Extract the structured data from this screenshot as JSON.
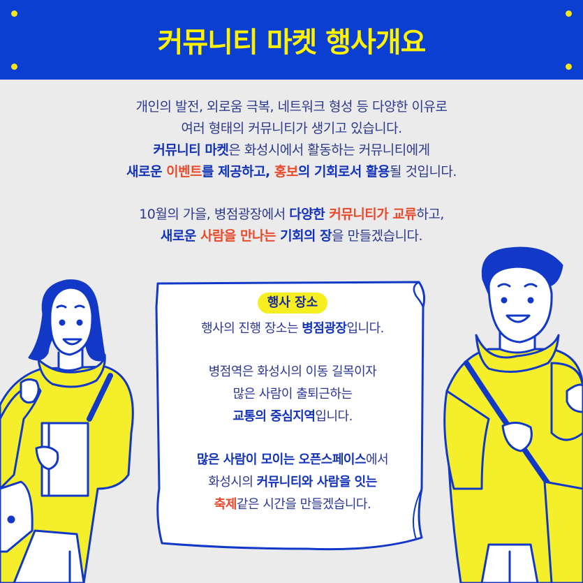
{
  "header": {
    "title": "커뮤니티 마켓 행사개요"
  },
  "intro": {
    "lines": [
      [
        {
          "t": "개인의 발전, 외로움 극복, 네트워크 형성 등 다양한 이유로",
          "s": "n"
        }
      ],
      [
        {
          "t": "여러 형태의 커뮤니티가 생기고 있습니다.",
          "s": "n"
        }
      ],
      [
        {
          "t": "커뮤니티 마켓",
          "s": "b"
        },
        {
          "t": "은 화성시에서 활동하는 커뮤니티에게",
          "s": "n"
        }
      ],
      [
        {
          "t": "새로운 ",
          "s": "b"
        },
        {
          "t": "이벤트",
          "s": "r"
        },
        {
          "t": "를 제공하고, ",
          "s": "b"
        },
        {
          "t": "홍보",
          "s": "r"
        },
        {
          "t": "의 기회로서 활용",
          "s": "b"
        },
        {
          "t": "될 것입니다.",
          "s": "n"
        }
      ],
      [],
      [
        {
          "t": "10월의 가을, 병점광장에서 ",
          "s": "n"
        },
        {
          "t": "다양한 ",
          "s": "b"
        },
        {
          "t": "커뮤니티가 교류",
          "s": "r"
        },
        {
          "t": "하고,",
          "s": "n"
        }
      ],
      [
        {
          "t": "새로운 ",
          "s": "b"
        },
        {
          "t": "사람을 만나는",
          "s": "r"
        },
        {
          "t": " 기회의 장",
          "s": "b"
        },
        {
          "t": "을 만들겠습니다.",
          "s": "n"
        }
      ]
    ]
  },
  "venue": {
    "badge": "행사 장소",
    "lines": [
      [
        {
          "t": "행사의 진행 장소는 ",
          "s": "n"
        },
        {
          "t": "병점광장",
          "s": "b"
        },
        {
          "t": "입니다.",
          "s": "n"
        }
      ],
      [],
      [
        {
          "t": "병점역은 화성시의 이동 길목이자",
          "s": "n"
        }
      ],
      [
        {
          "t": "많은 사람이 출퇴근하는",
          "s": "n"
        }
      ],
      [
        {
          "t": "교통의 중심지역",
          "s": "b"
        },
        {
          "t": "입니다.",
          "s": "n"
        }
      ],
      [],
      [
        {
          "t": "많은 사람이 모이는 오픈스페이스",
          "s": "b"
        },
        {
          "t": "에서",
          "s": "n"
        }
      ],
      [
        {
          "t": "화성시의 ",
          "s": "n"
        },
        {
          "t": "커뮤니티",
          "s": "b"
        },
        {
          "t": "와 사람을 잇는",
          "s": "b"
        }
      ],
      [
        {
          "t": "축제",
          "s": "r"
        },
        {
          "t": "같은 시간을 만들겠습니다.",
          "s": "n"
        }
      ]
    ]
  },
  "colors": {
    "banner": "#0a3fd1",
    "title": "#fff200",
    "accent": "#ea4a2c",
    "hoodie": "#f4ef2a",
    "line": "#1238c8"
  },
  "illustrations": {
    "left": "woman-holding-notebook",
    "right": "man-with-bag"
  }
}
